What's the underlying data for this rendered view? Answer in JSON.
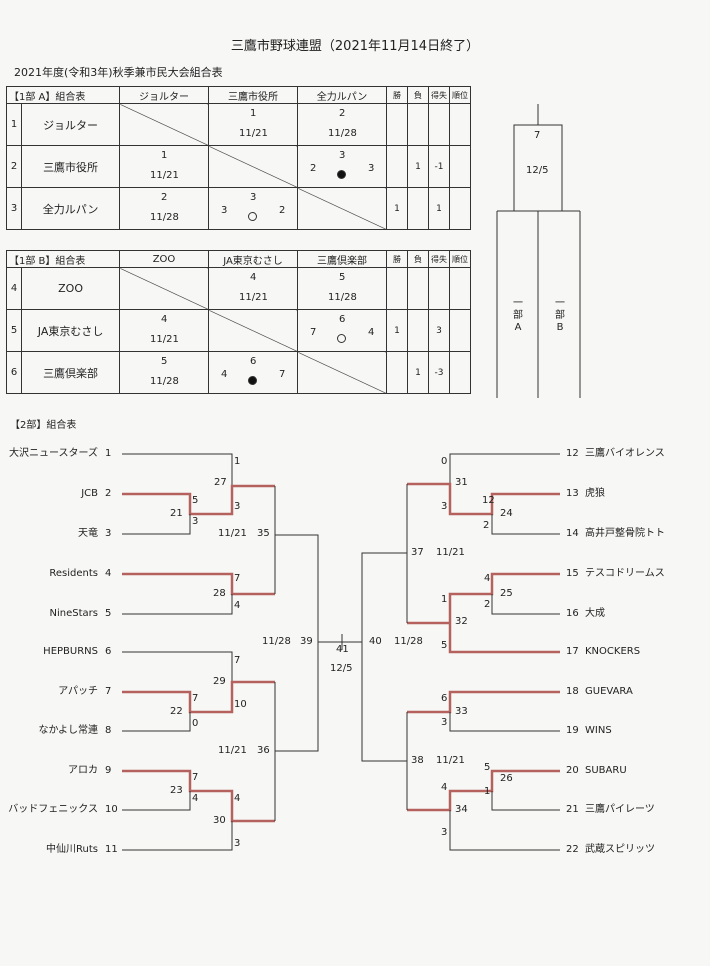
{
  "title": "三鷹市野球連盟（2021年11月14日終了）",
  "subtitle": "2021年度(令和3年)秋季兼市民大会組合表",
  "groupA": {
    "header": "【1部 A】組合表",
    "cols": [
      "ジョルター",
      "三鷹市役所",
      "全力ルパン"
    ],
    "stats": [
      "勝",
      "負",
      "得失",
      "順位"
    ],
    "rows": [
      {
        "no": "1",
        "name": "ジョルター",
        "c1": {},
        "c2": {
          "num": "1",
          "date": "11/21"
        },
        "c3": {
          "num": "2",
          "date": "11/28"
        },
        "win": "",
        "lose": "",
        "diff": "",
        "rank": ""
      },
      {
        "no": "2",
        "name": "三鷹市役所",
        "c1": {
          "num": "1",
          "date": "11/21"
        },
        "c2": {},
        "c3": {
          "num": "3",
          "left": "2",
          "right": "3",
          "mark": "lose"
        },
        "win": "",
        "lose": "1",
        "diff": "-1",
        "rank": ""
      },
      {
        "no": "3",
        "name": "全力ルパン",
        "c1": {
          "num": "2",
          "date": "11/28"
        },
        "c2": {
          "num": "3",
          "left": "3",
          "right": "2",
          "mark": "win"
        },
        "c3": {},
        "win": "1",
        "lose": "",
        "diff": "1",
        "rank": ""
      }
    ]
  },
  "groupB": {
    "header": "【1部 B】組合表",
    "cols": [
      "ZOO",
      "JA東京むさし",
      "三鷹倶楽部"
    ],
    "stats": [
      "勝",
      "負",
      "得失",
      "順位"
    ],
    "rows": [
      {
        "no": "4",
        "name": "ZOO",
        "c1": {},
        "c2": {
          "num": "4",
          "date": "11/21"
        },
        "c3": {
          "num": "5",
          "date": "11/28"
        },
        "win": "",
        "lose": "",
        "diff": "",
        "rank": ""
      },
      {
        "no": "5",
        "name": "JA東京むさし",
        "c1": {
          "num": "4",
          "date": "11/21"
        },
        "c2": {},
        "c3": {
          "num": "6",
          "left": "7",
          "right": "4",
          "mark": "win"
        },
        "win": "1",
        "lose": "",
        "diff": "3",
        "rank": ""
      },
      {
        "no": "6",
        "name": "三鷹倶楽部",
        "c1": {
          "num": "5",
          "date": "11/28"
        },
        "c2": {
          "num": "6",
          "left": "4",
          "right": "7",
          "mark": "lose"
        },
        "c3": {},
        "win": "",
        "lose": "1",
        "diff": "-3",
        "rank": ""
      }
    ]
  },
  "div1_final": {
    "match": "7",
    "date": "12/5",
    "left": "一\n部\nA",
    "right": "一\n部\nB"
  },
  "div2": {
    "header": "【2部】組合表",
    "left_teams": [
      {
        "name": "大沢ニュースターズ",
        "no": "1"
      },
      {
        "name": "JCB",
        "no": "2"
      },
      {
        "name": "天竜",
        "no": "3"
      },
      {
        "name": "Residents",
        "no": "4"
      },
      {
        "name": "NineStars",
        "no": "5"
      },
      {
        "name": "HEPBURNS",
        "no": "6"
      },
      {
        "name": "アパッチ",
        "no": "7"
      },
      {
        "name": "なかよし常連",
        "no": "8"
      },
      {
        "name": "アロカ",
        "no": "9"
      },
      {
        "name": "バッドフェニックス",
        "no": "10"
      },
      {
        "name": "中仙川Ruts",
        "no": "11"
      }
    ],
    "right_teams": [
      {
        "no": "12",
        "name": "三鷹バイオレンス"
      },
      {
        "no": "13",
        "name": "虎狼"
      },
      {
        "no": "14",
        "name": "高井戸整骨院トト"
      },
      {
        "no": "15",
        "name": "テスコドリームス"
      },
      {
        "no": "16",
        "name": "大成"
      },
      {
        "no": "17",
        "name": "KNOCKERS"
      },
      {
        "no": "18",
        "name": "GUEVARA"
      },
      {
        "no": "19",
        "name": "WINS"
      },
      {
        "no": "20",
        "name": "SUBARU"
      },
      {
        "no": "21",
        "name": "三鷹パイレーツ"
      },
      {
        "no": "22",
        "name": "武蔵スピリッツ"
      }
    ],
    "labels": {
      "s1a": "1",
      "s1b": "27",
      "s1c": "3",
      "g21": "21",
      "s21a": "5",
      "s21b": "3",
      "d35": "11/21",
      "m35": "35",
      "g28": "28",
      "s28a": "7",
      "s28b": "4",
      "d39": "11/28",
      "m39": "39",
      "m41": "41",
      "d41": "12/5",
      "m40": "40",
      "d40": "11/28",
      "g29": "29",
      "s29a": "7",
      "s29b": "10",
      "g22": "22",
      "s22a": "7",
      "s22b": "0",
      "d36": "11/21",
      "m36": "36",
      "g23": "23",
      "s23a": "7",
      "s23b": "4",
      "g30": "30",
      "s30a": "4",
      "s30b": "3",
      "r0": "0",
      "g31": "31",
      "r31b": "3",
      "g24": "24",
      "s24a": "12",
      "s24b": "2",
      "m37": "37",
      "d37": "11/21",
      "g25": "25",
      "s25a": "4",
      "s25b": "2",
      "g32": "32",
      "s32a": "1",
      "s32b": "5",
      "g33": "33",
      "s33a": "6",
      "s33b": "3",
      "m38": "38",
      "d38": "11/21",
      "g26": "26",
      "s26a": "5",
      "s26b": "1",
      "g34": "34",
      "s34a": "4",
      "s34b": "3"
    }
  }
}
